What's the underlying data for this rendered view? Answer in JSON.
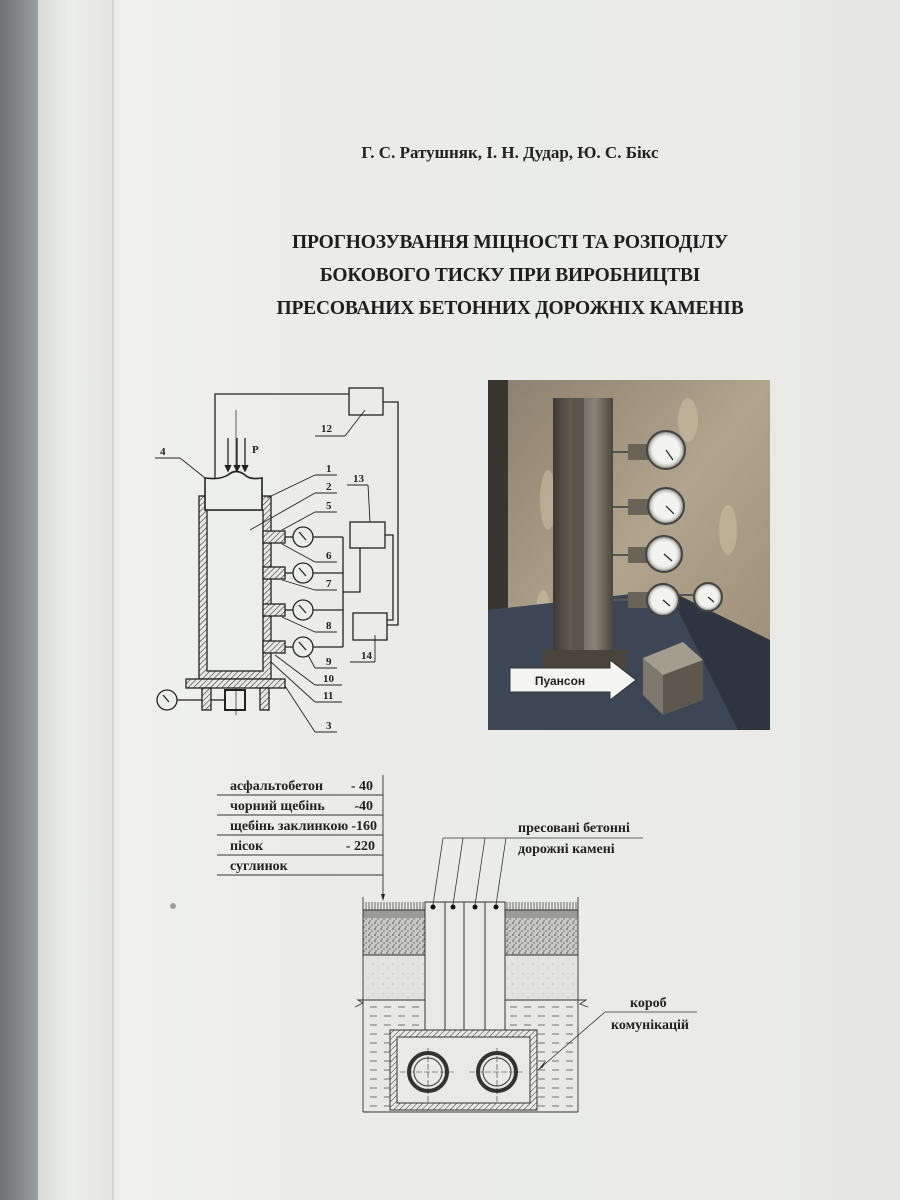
{
  "authors": "Г. С. Ратушняк, І. Н. Дудар, Ю. С. Бікс",
  "title_lines": [
    "ПРОГНОЗУВАННЯ МІЦНОСТІ ТА РОЗПОДІЛУ",
    "БОКОВОГО ТИСКУ ПРИ ВИРОБНИЦТВІ",
    "ПРЕСОВАНИХ БЕТОННИХ ДОРОЖНІХ КАМЕНІВ"
  ],
  "scheme": {
    "force_label": "P",
    "labels": [
      "1",
      "2",
      "3",
      "4",
      "5",
      "6",
      "7",
      "8",
      "9",
      "10",
      "11",
      "12",
      "13",
      "14"
    ]
  },
  "photo": {
    "callout": "Пуансон"
  },
  "road": {
    "layers": [
      {
        "name": "асфальтобетон",
        "value": "-   40"
      },
      {
        "name": "чорний щебінь",
        "value": "-40"
      },
      {
        "name": "щебінь заклинкою",
        "value": "-160"
      },
      {
        "name": "пісок",
        "value": "-  220"
      },
      {
        "name": "суглинок",
        "value": ""
      }
    ],
    "stones_label_1": "пресовані бетонні",
    "stones_label_2": "дорожні камені",
    "box_label_1": "короб",
    "box_label_2": "комунікацій"
  },
  "colors": {
    "page": "#ebecea",
    "ink": "#222222"
  }
}
